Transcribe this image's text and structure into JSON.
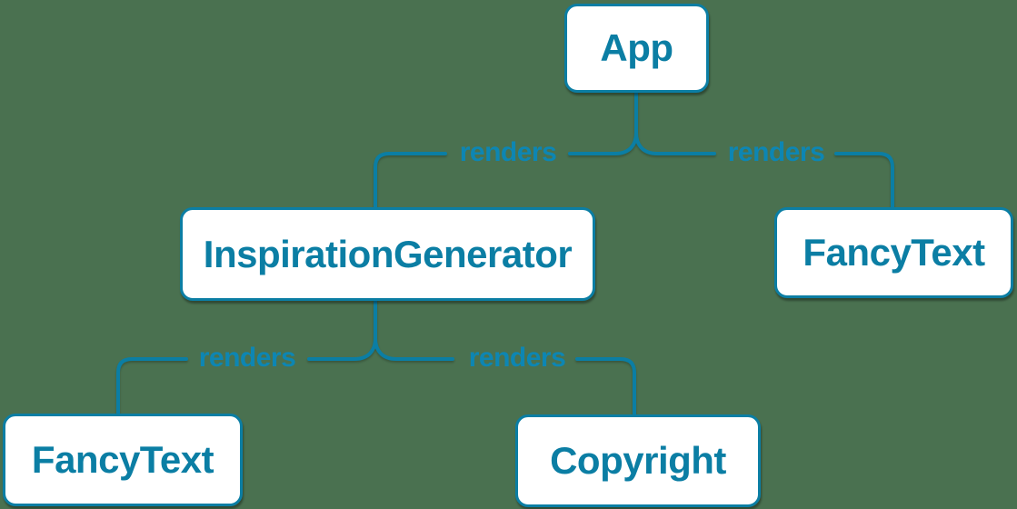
{
  "diagram": {
    "type": "component-render-tree",
    "colors": {
      "background": "#4a7150",
      "stroke": "#0b7ea4",
      "node_fill": "#ffffff",
      "node_text": "#0b7ea4",
      "edge_label": "#0d86b3"
    },
    "nodes": [
      {
        "id": "app",
        "label": "App"
      },
      {
        "id": "inspiration-generator",
        "label": "InspirationGenerator"
      },
      {
        "id": "fancy-text-top",
        "label": "FancyText"
      },
      {
        "id": "fancy-text-bottom",
        "label": "FancyText"
      },
      {
        "id": "copyright",
        "label": "Copyright"
      }
    ],
    "edges": [
      {
        "from": "App",
        "to": "InspirationGenerator",
        "label": "renders"
      },
      {
        "from": "App",
        "to": "FancyText",
        "label": "renders"
      },
      {
        "from": "InspirationGenerator",
        "to": "FancyText",
        "label": "renders"
      },
      {
        "from": "InspirationGenerator",
        "to": "Copyright",
        "label": "renders"
      }
    ]
  }
}
